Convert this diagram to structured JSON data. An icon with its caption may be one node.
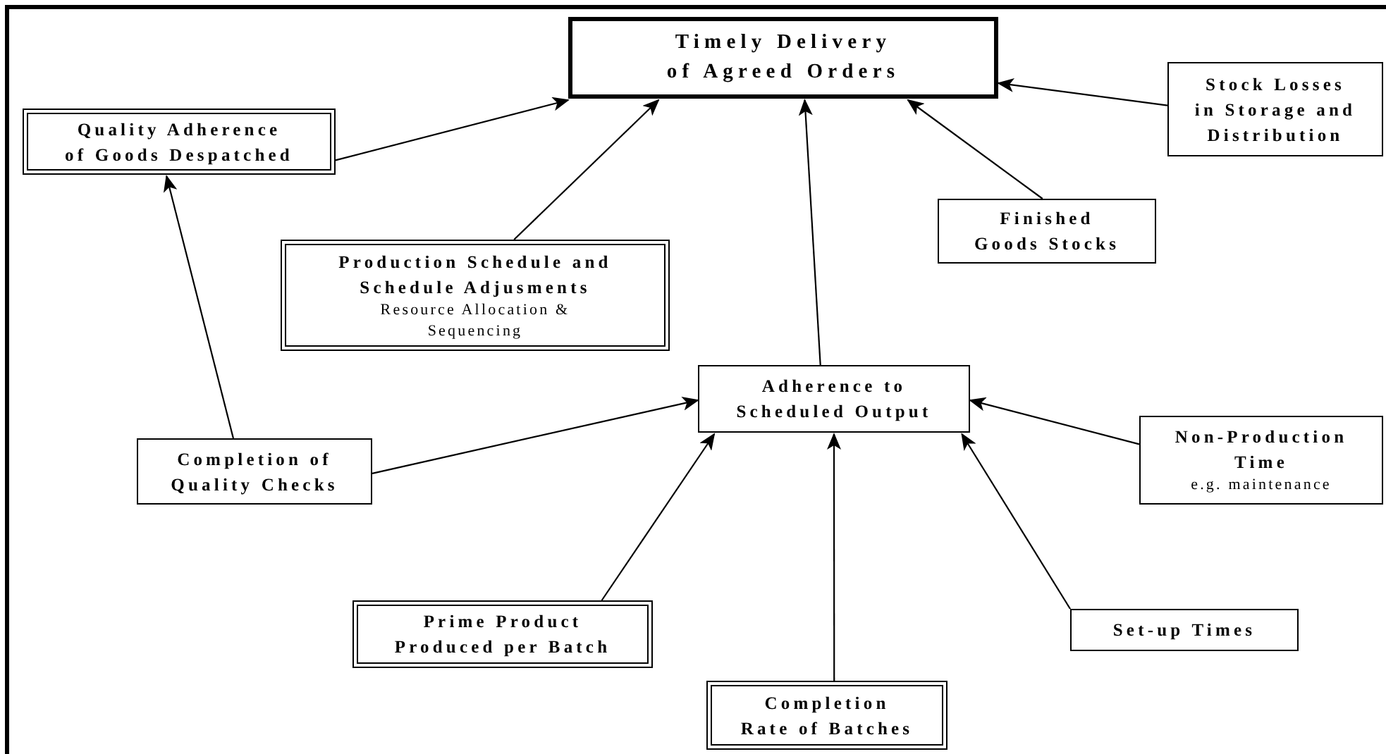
{
  "diagram": {
    "nodes": [
      {
        "text": [
          "Timely Delivery of Agreed Orders"
        ]
      },
      {
        "text": [
          "Quality Adherence of Goods Despatched"
        ]
      },
      {
        "text": [
          "Stock Losses in Storage and Distribution"
        ]
      },
      {
        "text": [
          "Production Schedule and Schedule Adjusments",
          "Resource Allocation & Sequencing"
        ]
      },
      {
        "text": [
          "Finished Goods Stocks"
        ]
      },
      {
        "text": [
          "Adherence to Scheduled Output"
        ]
      },
      {
        "text": [
          "Completion of Quality Checks"
        ]
      },
      {
        "text": [
          "Non-Production Time",
          "e.g. maintenance"
        ]
      },
      {
        "text": [
          "Prime Product Produced per Batch"
        ]
      },
      {
        "text": [
          "Set-up Times"
        ]
      },
      {
        "text": [
          "Completion Rate of Batches"
        ]
      }
    ],
    "edges": [
      {
        "from": 1,
        "to": 0,
        "arrow": "to"
      },
      {
        "from": 3,
        "to": 0,
        "arrow": "to"
      },
      {
        "from": 5,
        "to": 0,
        "arrow": "to"
      },
      {
        "from": 4,
        "to": 0,
        "arrow": "to"
      },
      {
        "from": 2,
        "to": 0,
        "arrow": "to"
      },
      {
        "from": 6,
        "to": 1,
        "arrow": "to"
      },
      {
        "from": 6,
        "to": 5,
        "arrow": "to"
      },
      {
        "from": 7,
        "to": 5,
        "arrow": "to"
      },
      {
        "from": 8,
        "to": 5,
        "arrow": "to"
      },
      {
        "from": 10,
        "to": 5,
        "arrow": "to"
      },
      {
        "from": 9,
        "to": 5,
        "arrow": "to"
      }
    ]
  }
}
